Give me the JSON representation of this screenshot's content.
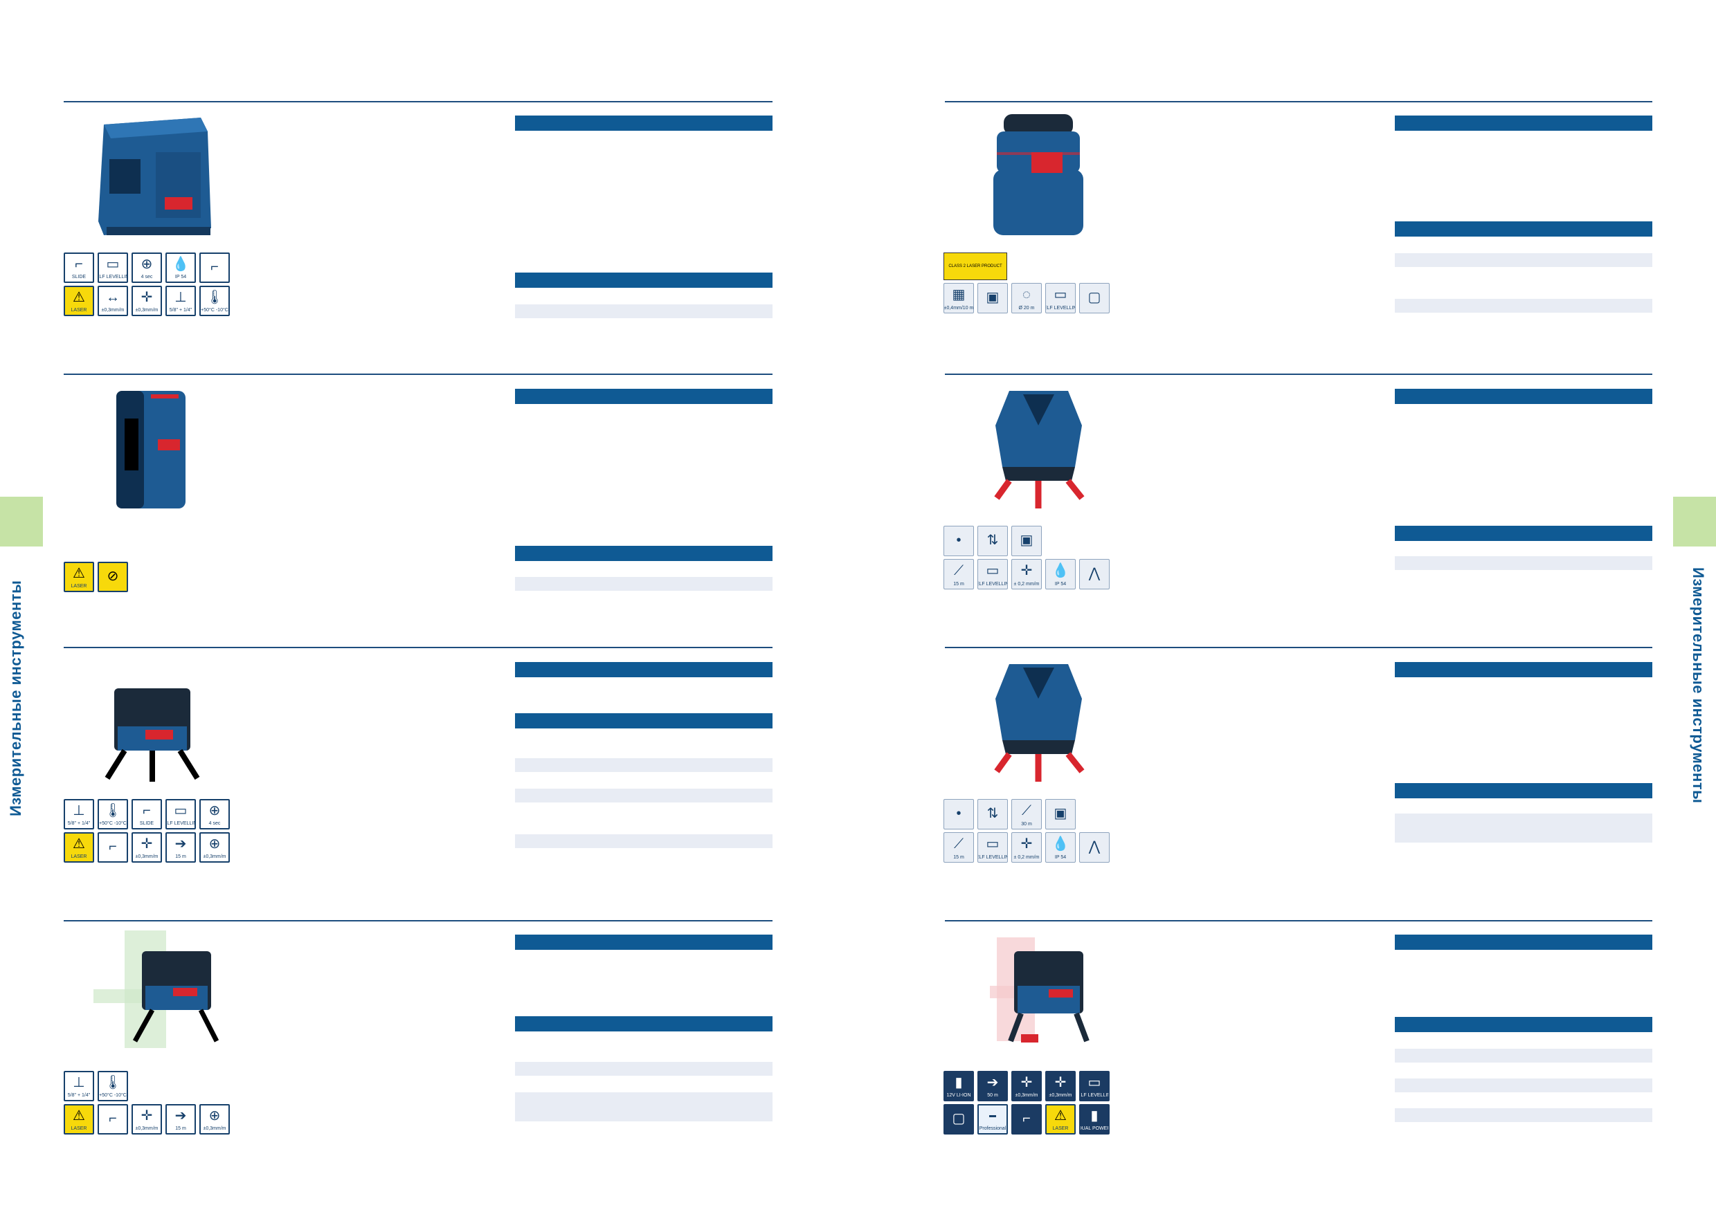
{
  "side_label": "Измерительные инструменты",
  "colors": {
    "accent": "#0f5a94",
    "tab": "#c6e3a6",
    "shade": "#e8ecf4"
  },
  "products": [
    {
      "icons_row1": [
        {
          "icon": "slide-icon",
          "caption": "SLIDE"
        },
        {
          "icon": "self-levelling-icon",
          "caption": "SELF LEVELLING"
        },
        {
          "icon": "4sec-icon",
          "caption": "4 sec"
        },
        {
          "icon": "ip54-icon",
          "caption": "IP 54"
        },
        {
          "icon": "wall-icon",
          "caption": ""
        }
      ],
      "icons_row2": [
        {
          "icon": "laser-class-icon",
          "caption": "LASER"
        },
        {
          "icon": "accuracy-icon",
          "caption": "±0,3mm/m"
        },
        {
          "icon": "accuracy-vertical-icon",
          "caption": "±0,3mm/m"
        },
        {
          "icon": "thread-icon",
          "caption": "5/8\" + 1/4\""
        },
        {
          "icon": "temperature-icon",
          "caption": "+50°C -10°C"
        }
      ]
    },
    {
      "icons_row1": [
        {
          "icon": "laser-class-icon",
          "caption": "LASER"
        },
        {
          "icon": "no-eye-icon",
          "caption": ""
        }
      ],
      "icons_row2": []
    },
    {
      "icons_row1": [
        {
          "icon": "thread-icon",
          "caption": "5/8\" + 1/4\""
        },
        {
          "icon": "temperature-icon",
          "caption": "+50°C -10°C"
        },
        {
          "icon": "slide-icon",
          "caption": "SLIDE"
        },
        {
          "icon": "self-levelling-icon",
          "caption": "SELF LEVELLING"
        },
        {
          "icon": "4sec-icon",
          "caption": "4 sec"
        }
      ],
      "icons_row2": [
        {
          "icon": "laser-class-icon",
          "caption": "LASER"
        },
        {
          "icon": "wall-icon",
          "caption": ""
        },
        {
          "icon": "accuracy-icon",
          "caption": "±0,3mm/m"
        },
        {
          "icon": "range-icon",
          "caption": "15 m"
        },
        {
          "icon": "accuracy-vertical-icon",
          "caption": "±0,3mm/m"
        }
      ]
    },
    {
      "icons_row1": [
        {
          "icon": "thread-icon",
          "caption": "5/8\" + 1/4\""
        },
        {
          "icon": "temperature-icon",
          "caption": "+50°C -10°C"
        }
      ],
      "icons_row2": [
        {
          "icon": "laser-class-icon",
          "caption": "LASER"
        },
        {
          "icon": "wall-icon",
          "caption": ""
        },
        {
          "icon": "accuracy-icon",
          "caption": "±0,3mm/m"
        },
        {
          "icon": "range-icon",
          "caption": "15 m"
        },
        {
          "icon": "accuracy-vertical-icon",
          "caption": "±0,3mm/m"
        }
      ]
    },
    {
      "warning": "CLASS 2 LASER PRODUCT",
      "icons_row1": [
        {
          "icon": "accuracy-icon",
          "caption": "±0,4mm/10 m"
        },
        {
          "icon": "box-icon",
          "caption": ""
        },
        {
          "icon": "diameter-icon",
          "caption": "Ø 20 m"
        },
        {
          "icon": "self-levelling-icon",
          "caption": "SELF LEVELLING"
        },
        {
          "icon": "room-icon",
          "caption": ""
        }
      ],
      "icons_row2": []
    },
    {
      "icons_row1": [
        {
          "icon": "point-icon",
          "caption": ""
        },
        {
          "icon": "transfer-icon",
          "caption": ""
        },
        {
          "icon": "box-icon",
          "caption": ""
        }
      ],
      "icons_row2": [
        {
          "icon": "range-icon",
          "caption": "15 m"
        },
        {
          "icon": "self-levelling-icon",
          "caption": "SELF LEVELLING"
        },
        {
          "icon": "accuracy-icon",
          "caption": "± 0,2 mm/m"
        },
        {
          "icon": "ip54-icon",
          "caption": "IP 54"
        },
        {
          "icon": "tripod-icon",
          "caption": ""
        }
      ]
    },
    {
      "icons_row1": [
        {
          "icon": "point-icon",
          "caption": ""
        },
        {
          "icon": "transfer-icon",
          "caption": ""
        },
        {
          "icon": "range-icon",
          "caption": "30 m"
        },
        {
          "icon": "box-icon",
          "caption": ""
        }
      ],
      "icons_row2": [
        {
          "icon": "range-icon",
          "caption": "15 m"
        },
        {
          "icon": "self-levelling-icon",
          "caption": "SELF LEVELLING"
        },
        {
          "icon": "accuracy-icon",
          "caption": "± 0,2 mm/m"
        },
        {
          "icon": "ip54-icon",
          "caption": "IP 54"
        },
        {
          "icon": "tripod-icon",
          "caption": ""
        }
      ]
    },
    {
      "icons_row1": [
        {
          "icon": "battery-12v-icon",
          "caption": "12V LI-ION"
        },
        {
          "icon": "range-icon",
          "caption": "50 m"
        },
        {
          "icon": "accuracy-icon",
          "caption": "±0,3mm/m"
        },
        {
          "icon": "accuracy-vertical-icon",
          "caption": "±0,3mm/m"
        },
        {
          "icon": "self-levelling-icon",
          "caption": "SELF LEVELLING"
        }
      ],
      "icons_row2": [
        {
          "icon": "case-icon",
          "caption": ""
        },
        {
          "icon": "professional-icon",
          "caption": "Professional"
        },
        {
          "icon": "wall-icon",
          "caption": ""
        },
        {
          "icon": "laser-class-icon",
          "caption": "LASER"
        },
        {
          "icon": "dual-power-icon",
          "caption": "DUAL POWER"
        }
      ]
    }
  ]
}
